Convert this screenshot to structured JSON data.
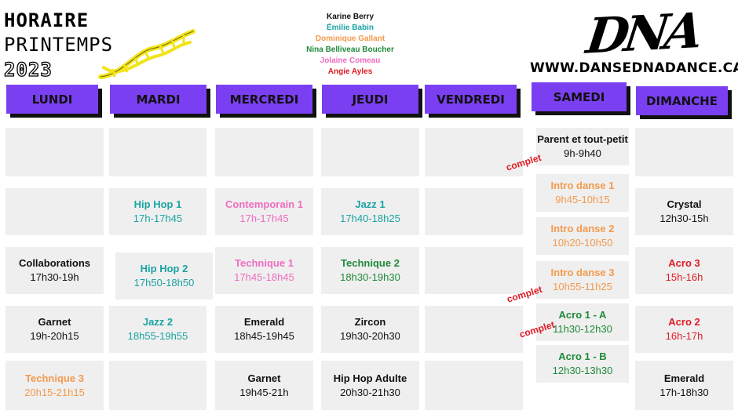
{
  "title": {
    "line1": "HORAIRE",
    "line2": "PRINTEMPS",
    "line3": "2023"
  },
  "teachers": [
    {
      "name": "Karine Berry",
      "color": "#111111"
    },
    {
      "name": "Émilie Babin",
      "color": "#1aa3a3"
    },
    {
      "name": "Dominique Gallant",
      "color": "#f39a4d"
    },
    {
      "name": "Nina Belliveau Boucher",
      "color": "#1f8a3a"
    },
    {
      "name": "Jolaine Comeau",
      "color": "#f06cc0"
    },
    {
      "name": "Angie Ayles",
      "color": "#e01b24"
    }
  ],
  "logo": {
    "text": "DNA"
  },
  "website": "WWW.DANSEDNADANCE.CA",
  "days": [
    "LUNDI",
    "MARDI",
    "MERCREDI",
    "JEUDI",
    "VENDREDI",
    "SAMEDI",
    "DIMANCHE"
  ],
  "colors": {
    "day_header": "#7b3ff2",
    "cell_bg": "#efefef",
    "complet": "#e01b24",
    "dna_helix": "#f2e41a"
  },
  "complet_label": "complet",
  "classes": {
    "lundi": [
      {
        "name": "Collaborations",
        "time": "17h30-19h",
        "color": "#111111"
      },
      {
        "name": "Garnet",
        "time": "19h-20h15",
        "color": "#111111"
      },
      {
        "name": "Technique 3",
        "time": "20h15-21h15",
        "color": "#f39a4d"
      }
    ],
    "mardi": [
      {
        "name": "Hip Hop 1",
        "time": "17h-17h45",
        "color": "#1aa3a3"
      },
      {
        "name": "Hip Hop 2",
        "time": "17h50-18h50",
        "color": "#1aa3a3"
      },
      {
        "name": "Jazz 2",
        "time": "18h55-19h55",
        "color": "#1aa3a3"
      }
    ],
    "mercredi": [
      {
        "name": "Contemporain 1",
        "time": "17h-17h45",
        "color": "#f06cc0"
      },
      {
        "name": "Technique 1",
        "time": "17h45-18h45",
        "color": "#f06cc0"
      },
      {
        "name": "Emerald",
        "time": "18h45-19h45",
        "color": "#111111"
      },
      {
        "name": "Garnet",
        "time": "19h45-21h",
        "color": "#111111"
      }
    ],
    "jeudi": [
      {
        "name": "Jazz 1",
        "time": "17h40-18h25",
        "color": "#1aa3a3"
      },
      {
        "name": "Technique 2",
        "time": "18h30-19h30",
        "color": "#1f8a3a"
      },
      {
        "name": "Zircon",
        "time": "19h30-20h30",
        "color": "#111111"
      },
      {
        "name": "Hip Hop Adulte",
        "time": "20h30-21h30",
        "color": "#111111"
      }
    ],
    "samedi": [
      {
        "name": "Parent et tout-petit",
        "time": "9h-9h40",
        "color": "#111111"
      },
      {
        "name": "Intro danse 1",
        "time": "9h45-10h15",
        "color": "#f39a4d"
      },
      {
        "name": "Intro danse 2",
        "time": "10h20-10h50",
        "color": "#f39a4d"
      },
      {
        "name": "Intro danse 3",
        "time": "10h55-11h25",
        "color": "#f39a4d"
      },
      {
        "name": "Acro 1 - A",
        "time": "11h30-12h30",
        "color": "#1f8a3a"
      },
      {
        "name": "Acro 1 - B",
        "time": "12h30-13h30",
        "color": "#1f8a3a"
      }
    ],
    "dimanche": [
      {
        "name": "Crystal",
        "time": "12h30-15h",
        "color": "#111111"
      },
      {
        "name": "Acro 3",
        "time": "15h-16h",
        "color": "#e01b24"
      },
      {
        "name": "Acro 2",
        "time": "16h-17h",
        "color": "#e01b24"
      },
      {
        "name": "Emerald",
        "time": "17h-18h30",
        "color": "#111111"
      }
    ]
  }
}
